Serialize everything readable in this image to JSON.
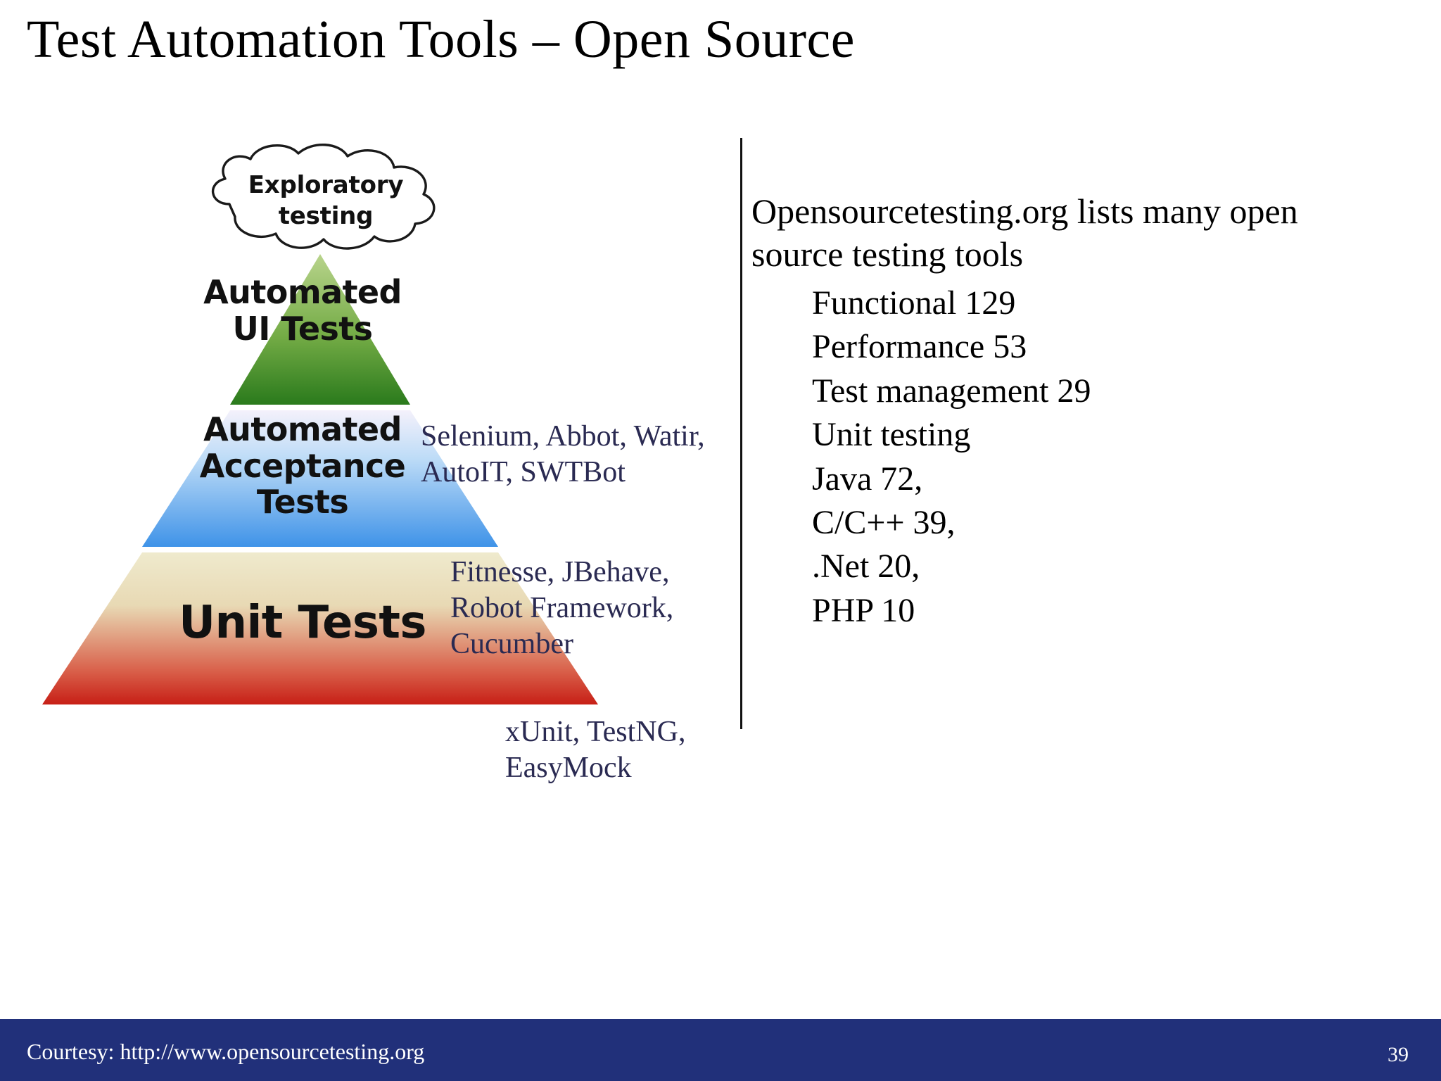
{
  "slide": {
    "title": "Test Automation Tools – Open Source",
    "page_number": "39"
  },
  "diagram": {
    "cloud": {
      "line1": "Exploratory",
      "line2": "testing"
    },
    "tiers": [
      {
        "id": "ui",
        "label": "Automated\nUI Tests",
        "label_line1": "Automated",
        "label_line2": "UI Tests",
        "tools": "Selenium, Abbot, Watir, AutoIT, SWTBot",
        "color_top": "#9dc06a",
        "color_bottom": "#2c7a1e"
      },
      {
        "id": "acceptance",
        "label_line1": "Automated",
        "label_line2": "Acceptance",
        "label_line3": "Tests",
        "tools": "Fitnesse, JBehave, Robot Framework, Cucumber",
        "color_top": "#f2f0fa",
        "color_bottom": "#3f93e8"
      },
      {
        "id": "unit",
        "label_line1": "Unit Tests",
        "tools": "xUnit, TestNG, EasyMock",
        "color_top": "#ece6c8",
        "color_bottom": "#cc2118"
      }
    ]
  },
  "right_column": {
    "lead": "Opensourcetesting.org lists many open source testing tools",
    "items": [
      "Functional  129",
      "Performance 53",
      "Test management 29",
      "Unit testing"
    ],
    "unit_testing_breakdown": [
      "Java 72,",
      "C/C++ 39,",
      ".Net 20,",
      "PHP 10"
    ]
  },
  "footer": {
    "courtesy": "Courtesy:  http://www.opensourcetesting.org",
    "bar_color": "#21307a"
  }
}
